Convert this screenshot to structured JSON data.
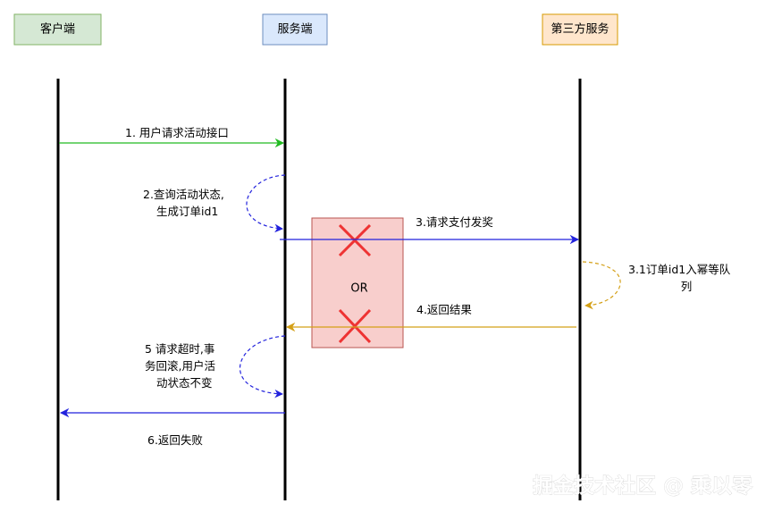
{
  "participants": [
    {
      "id": "client",
      "label": "客户端",
      "fill": "#d5e8d4",
      "stroke": "#82b366"
    },
    {
      "id": "server",
      "label": "服务端",
      "fill": "#dae8fc",
      "stroke": "#6c8ebf"
    },
    {
      "id": "third",
      "label": "第三方服务",
      "fill": "#ffe6cc",
      "stroke": "#d79b00"
    }
  ],
  "messages": {
    "m1": {
      "text": "1. 用户请求活动接口",
      "color": "#22bb22"
    },
    "m2": {
      "lines": [
        "2.查询活动状态,",
        "生成订单id1"
      ],
      "color": "#2222dd"
    },
    "m3": {
      "text": "3.请求支付发奖",
      "color": "#2222dd"
    },
    "m31": {
      "lines": [
        "3.1订单id1入幂等队",
        "列"
      ],
      "color": "#d4a017"
    },
    "m4": {
      "text": "4.返回结果",
      "color": "#d4a017"
    },
    "m5": {
      "lines": [
        "5 请求超时,事",
        "务回滚,用户活",
        "动状态不变"
      ],
      "color": "#2222dd"
    },
    "m6": {
      "text": "6.返回失败",
      "color": "#2222dd"
    }
  },
  "failure_box": {
    "label": "OR",
    "fill": "#f8cecc",
    "stroke": "#b85450",
    "cross_color": "#ee3333"
  },
  "watermark": {
    "text": "掘金技术社区 @ 乘以零"
  }
}
